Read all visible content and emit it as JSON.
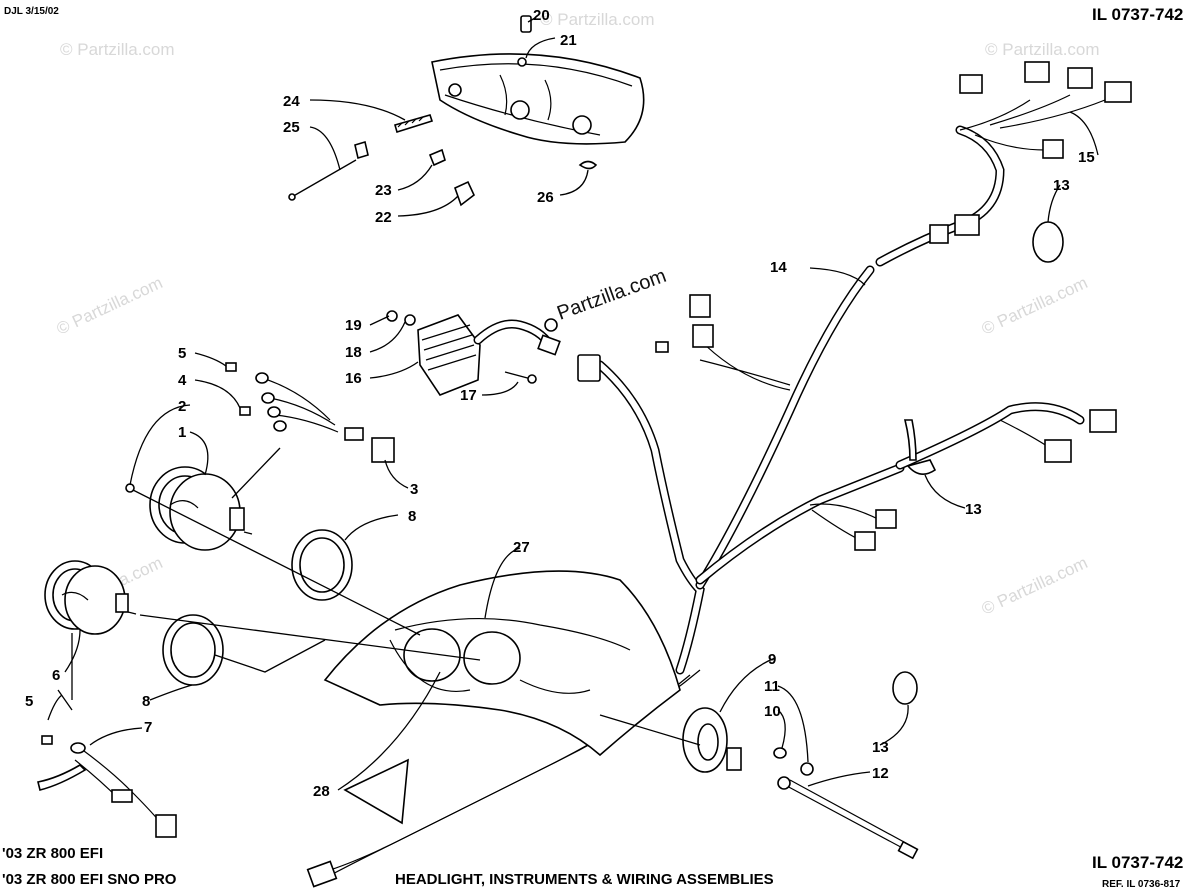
{
  "header": {
    "date_code": "DJL 3/15/02",
    "il_top": "IL 0737-742"
  },
  "footer": {
    "model_line_1": "'03 ZR 800 EFI",
    "model_line_2": "'03 ZR 800 EFI SNO PRO",
    "title": "HEADLIGHT, INSTRUMENTS & WIRING ASSEMBLIES",
    "il_bottom": "IL 0737-742",
    "ref": "REF. IL 0736-817"
  },
  "watermark": {
    "text": "© Partzilla.com",
    "brand": "Partzilla.com"
  },
  "callouts": {
    "n1": "1",
    "n2": "2",
    "n3": "3",
    "n4": "4",
    "n5a": "5",
    "n5b": "5",
    "n6": "6",
    "n7": "7",
    "n8a": "8",
    "n8b": "8",
    "n9": "9",
    "n10": "10",
    "n11": "11",
    "n12": "12",
    "n13a": "13",
    "n13b": "13",
    "n13c": "13",
    "n14": "14",
    "n15": "15",
    "n16": "16",
    "n17": "17",
    "n18": "18",
    "n19": "19",
    "n20": "20",
    "n21": "21",
    "n22": "22",
    "n23": "23",
    "n24": "24",
    "n25": "25",
    "n26": "26",
    "n27": "27",
    "n28": "28"
  }
}
